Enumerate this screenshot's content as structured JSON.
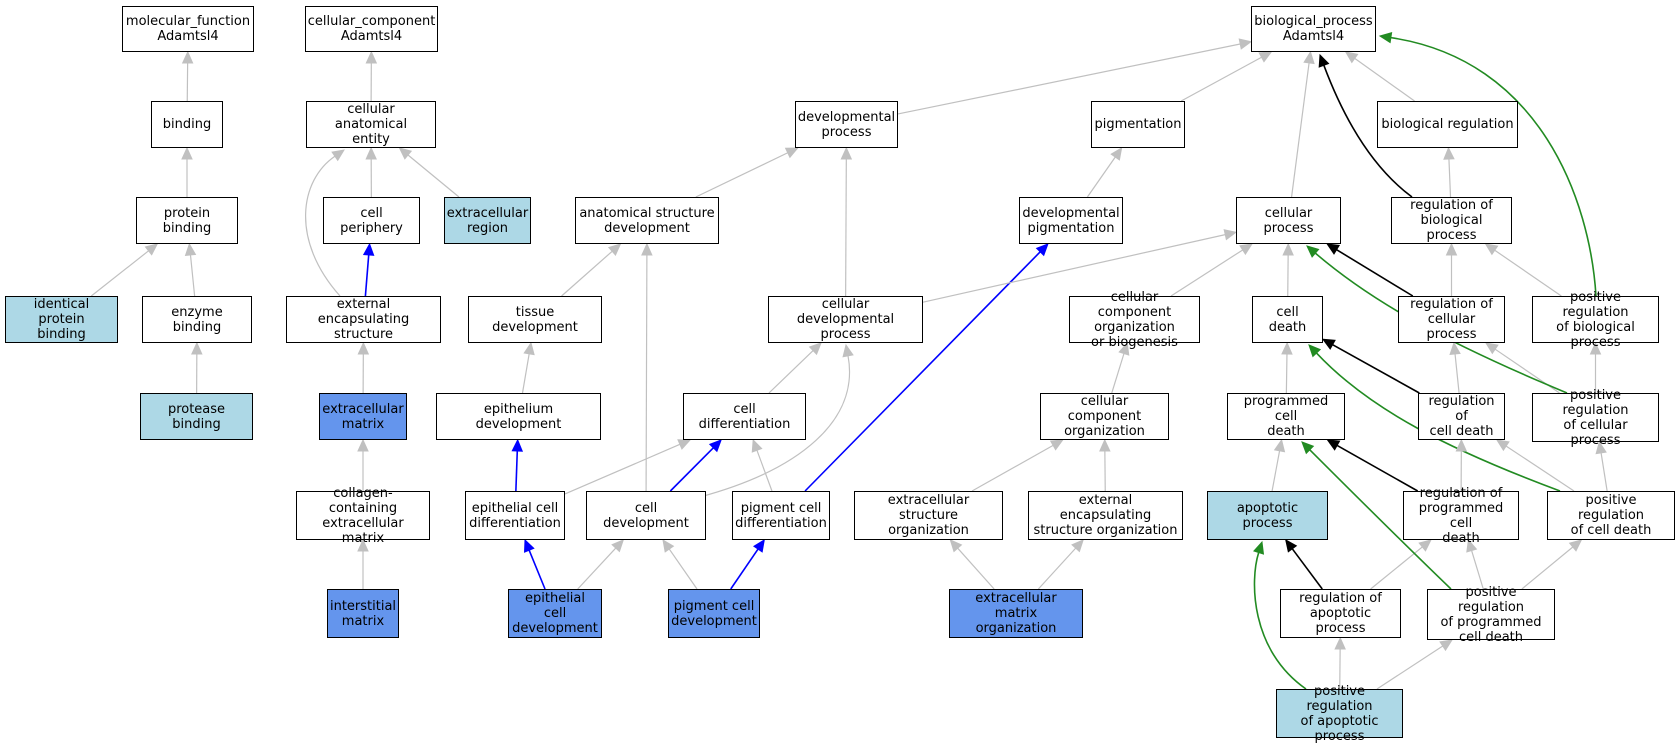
{
  "colors": {
    "default_fill": "#ffffff",
    "light_fill": "#add8e6",
    "blue_fill": "#6495ed",
    "grey_edge": "#c0c0c0",
    "black_edge": "#000000",
    "blue_edge": "#0000ff",
    "green_edge": "#228b22"
  },
  "nodes": [
    {
      "id": "mf",
      "label": "molecular_function\nAdamtsl4",
      "style": "default"
    },
    {
      "id": "binding",
      "label": "binding",
      "style": "default"
    },
    {
      "id": "protein_binding",
      "label": "protein binding",
      "style": "default"
    },
    {
      "id": "identical_protein_binding",
      "label": "identical protein\nbinding",
      "style": "light"
    },
    {
      "id": "enzyme_binding",
      "label": "enzyme binding",
      "style": "default"
    },
    {
      "id": "protease_binding",
      "label": "protease binding",
      "style": "light"
    },
    {
      "id": "cc",
      "label": "cellular_component\nAdamtsl4",
      "style": "default"
    },
    {
      "id": "cellular_anatomical_entity",
      "label": "cellular anatomical\nentity",
      "style": "default"
    },
    {
      "id": "cell_periphery",
      "label": "cell periphery",
      "style": "default"
    },
    {
      "id": "extracellular_region",
      "label": "extracellular\nregion",
      "style": "light"
    },
    {
      "id": "external_encapsulating_structure",
      "label": "external encapsulating\nstructure",
      "style": "default"
    },
    {
      "id": "extracellular_matrix",
      "label": "extracellular\nmatrix",
      "style": "blue"
    },
    {
      "id": "collagen_ecm",
      "label": "collagen-containing\nextracellular\nmatrix",
      "style": "default"
    },
    {
      "id": "interstitial_matrix",
      "label": "interstitial\nmatrix",
      "style": "blue"
    },
    {
      "id": "bp",
      "label": "biological_process\nAdamtsl4",
      "style": "default"
    },
    {
      "id": "developmental_process",
      "label": "developmental\nprocess",
      "style": "default"
    },
    {
      "id": "pigmentation",
      "label": "pigmentation",
      "style": "default"
    },
    {
      "id": "biological_regulation",
      "label": "biological regulation",
      "style": "default"
    },
    {
      "id": "anatomical_structure_development",
      "label": "anatomical structure\ndevelopment",
      "style": "default"
    },
    {
      "id": "developmental_pigmentation",
      "label": "developmental\npigmentation",
      "style": "default"
    },
    {
      "id": "cellular_process",
      "label": "cellular process",
      "style": "default"
    },
    {
      "id": "regulation_of_biological_process",
      "label": "regulation of\nbiological process",
      "style": "default"
    },
    {
      "id": "tissue_development",
      "label": "tissue development",
      "style": "default"
    },
    {
      "id": "cellular_developmental_process",
      "label": "cellular developmental\nprocess",
      "style": "default"
    },
    {
      "id": "ccob",
      "label": "cellular component\norganization\nor biogenesis",
      "style": "default"
    },
    {
      "id": "cell_death",
      "label": "cell death",
      "style": "default"
    },
    {
      "id": "regulation_of_cellular_process",
      "label": "regulation of\ncellular process",
      "style": "default"
    },
    {
      "id": "pos_reg_biological_process",
      "label": "positive regulation\nof biological\nprocess",
      "style": "default"
    },
    {
      "id": "epithelium_development",
      "label": "epithelium development",
      "style": "default"
    },
    {
      "id": "cell_differentiation",
      "label": "cell differentiation",
      "style": "default"
    },
    {
      "id": "cellular_component_organization",
      "label": "cellular component\norganization",
      "style": "default"
    },
    {
      "id": "programmed_cell_death",
      "label": "programmed cell\ndeath",
      "style": "default"
    },
    {
      "id": "regulation_of_cell_death",
      "label": "regulation of\ncell death",
      "style": "default"
    },
    {
      "id": "pos_reg_cellular_process",
      "label": "positive regulation\nof cellular\nprocess",
      "style": "default"
    },
    {
      "id": "epithelial_cell_differentiation",
      "label": "epithelial cell\ndifferentiation",
      "style": "default"
    },
    {
      "id": "cell_development",
      "label": "cell development",
      "style": "default"
    },
    {
      "id": "pigment_cell_differentiation",
      "label": "pigment cell\ndifferentiation",
      "style": "default"
    },
    {
      "id": "extracellular_structure_organization",
      "label": "extracellular\nstructure organization",
      "style": "default"
    },
    {
      "id": "external_encapsulating_structure_organization",
      "label": "external encapsulating\nstructure organization",
      "style": "default"
    },
    {
      "id": "apoptotic_process",
      "label": "apoptotic process",
      "style": "light"
    },
    {
      "id": "regulation_of_programmed_cell_death",
      "label": "regulation of\nprogrammed cell\ndeath",
      "style": "default"
    },
    {
      "id": "pos_reg_cell_death",
      "label": "positive regulation\nof cell death",
      "style": "default"
    },
    {
      "id": "epithelial_cell_development",
      "label": "epithelial cell\ndevelopment",
      "style": "blue"
    },
    {
      "id": "pigment_cell_development",
      "label": "pigment cell\ndevelopment",
      "style": "blue"
    },
    {
      "id": "extracellular_matrix_organization",
      "label": "extracellular\nmatrix organization",
      "style": "blue"
    },
    {
      "id": "regulation_of_apoptotic_process",
      "label": "regulation of\napoptotic process",
      "style": "default"
    },
    {
      "id": "pos_reg_programmed_cell_death",
      "label": "positive regulation\nof programmed\ncell death",
      "style": "default"
    },
    {
      "id": "pos_reg_apoptotic_process",
      "label": "positive regulation\nof apoptotic\nprocess",
      "style": "light"
    }
  ],
  "edges": [
    {
      "from": "binding",
      "to": "mf",
      "color": "grey"
    },
    {
      "from": "protein_binding",
      "to": "binding",
      "color": "grey"
    },
    {
      "from": "identical_protein_binding",
      "to": "protein_binding",
      "color": "grey"
    },
    {
      "from": "enzyme_binding",
      "to": "protein_binding",
      "color": "grey"
    },
    {
      "from": "protease_binding",
      "to": "enzyme_binding",
      "color": "grey"
    },
    {
      "from": "cellular_anatomical_entity",
      "to": "cc",
      "color": "grey"
    },
    {
      "from": "cell_periphery",
      "to": "cellular_anatomical_entity",
      "color": "grey"
    },
    {
      "from": "extracellular_region",
      "to": "cellular_anatomical_entity",
      "color": "grey"
    },
    {
      "from": "external_encapsulating_structure",
      "to": "cellular_anatomical_entity",
      "color": "grey"
    },
    {
      "from": "external_encapsulating_structure",
      "to": "cell_periphery",
      "color": "blue"
    },
    {
      "from": "extracellular_matrix",
      "to": "external_encapsulating_structure",
      "color": "grey"
    },
    {
      "from": "collagen_ecm",
      "to": "extracellular_matrix",
      "color": "grey"
    },
    {
      "from": "interstitial_matrix",
      "to": "collagen_ecm",
      "color": "grey"
    },
    {
      "from": "developmental_process",
      "to": "bp",
      "color": "grey"
    },
    {
      "from": "pigmentation",
      "to": "bp",
      "color": "grey"
    },
    {
      "from": "cellular_process",
      "to": "bp",
      "color": "grey"
    },
    {
      "from": "biological_regulation",
      "to": "bp",
      "color": "grey"
    },
    {
      "from": "regulation_of_biological_process",
      "to": "bp",
      "color": "black"
    },
    {
      "from": "pos_reg_biological_process",
      "to": "bp",
      "color": "green"
    },
    {
      "from": "anatomical_structure_development",
      "to": "developmental_process",
      "color": "grey"
    },
    {
      "from": "cellular_developmental_process",
      "to": "developmental_process",
      "color": "grey"
    },
    {
      "from": "developmental_pigmentation",
      "to": "pigmentation",
      "color": "grey"
    },
    {
      "from": "regulation_of_biological_process",
      "to": "biological_regulation",
      "color": "grey"
    },
    {
      "from": "tissue_development",
      "to": "anatomical_structure_development",
      "color": "grey"
    },
    {
      "from": "cell_development",
      "to": "anatomical_structure_development",
      "color": "grey"
    },
    {
      "from": "cellular_developmental_process",
      "to": "cellular_process",
      "color": "grey"
    },
    {
      "from": "ccob",
      "to": "cellular_process",
      "color": "grey"
    },
    {
      "from": "cell_death",
      "to": "cellular_process",
      "color": "grey"
    },
    {
      "from": "regulation_of_cellular_process",
      "to": "cellular_process",
      "color": "black"
    },
    {
      "from": "pos_reg_cellular_process",
      "to": "cellular_process",
      "color": "green"
    },
    {
      "from": "regulation_of_cellular_process",
      "to": "regulation_of_biological_process",
      "color": "grey"
    },
    {
      "from": "pos_reg_biological_process",
      "to": "regulation_of_biological_process",
      "color": "grey"
    },
    {
      "from": "epithelium_development",
      "to": "tissue_development",
      "color": "grey"
    },
    {
      "from": "cell_differentiation",
      "to": "cellular_developmental_process",
      "color": "grey"
    },
    {
      "from": "cell_development",
      "to": "cellular_developmental_process",
      "color": "grey"
    },
    {
      "from": "cellular_component_organization",
      "to": "ccob",
      "color": "grey"
    },
    {
      "from": "programmed_cell_death",
      "to": "cell_death",
      "color": "grey"
    },
    {
      "from": "regulation_of_cell_death",
      "to": "cell_death",
      "color": "black"
    },
    {
      "from": "pos_reg_cell_death",
      "to": "cell_death",
      "color": "green"
    },
    {
      "from": "regulation_of_cell_death",
      "to": "regulation_of_cellular_process",
      "color": "grey"
    },
    {
      "from": "pos_reg_cellular_process",
      "to": "regulation_of_cellular_process",
      "color": "grey"
    },
    {
      "from": "pos_reg_cellular_process",
      "to": "pos_reg_biological_process",
      "color": "grey"
    },
    {
      "from": "epithelial_cell_differentiation",
      "to": "epithelium_development",
      "color": "blue"
    },
    {
      "from": "epithelial_cell_differentiation",
      "to": "cell_differentiation",
      "color": "grey"
    },
    {
      "from": "cell_development",
      "to": "cell_differentiation",
      "color": "blue"
    },
    {
      "from": "pigment_cell_differentiation",
      "to": "cell_differentiation",
      "color": "grey"
    },
    {
      "from": "pigment_cell_differentiation",
      "to": "developmental_pigmentation",
      "color": "blue"
    },
    {
      "from": "extracellular_structure_organization",
      "to": "cellular_component_organization",
      "color": "grey"
    },
    {
      "from": "external_encapsulating_structure_organization",
      "to": "cellular_component_organization",
      "color": "grey"
    },
    {
      "from": "apoptotic_process",
      "to": "programmed_cell_death",
      "color": "grey"
    },
    {
      "from": "regulation_of_programmed_cell_death",
      "to": "programmed_cell_death",
      "color": "black"
    },
    {
      "from": "pos_reg_programmed_cell_death",
      "to": "programmed_cell_death",
      "color": "green"
    },
    {
      "from": "regulation_of_programmed_cell_death",
      "to": "regulation_of_cell_death",
      "color": "grey"
    },
    {
      "from": "pos_reg_cell_death",
      "to": "regulation_of_cell_death",
      "color": "grey"
    },
    {
      "from": "pos_reg_cell_death",
      "to": "pos_reg_cellular_process",
      "color": "grey"
    },
    {
      "from": "epithelial_cell_development",
      "to": "epithelial_cell_differentiation",
      "color": "blue"
    },
    {
      "from": "epithelial_cell_development",
      "to": "cell_development",
      "color": "grey"
    },
    {
      "from": "pigment_cell_development",
      "to": "cell_development",
      "color": "grey"
    },
    {
      "from": "pigment_cell_development",
      "to": "pigment_cell_differentiation",
      "color": "blue"
    },
    {
      "from": "extracellular_matrix_organization",
      "to": "extracellular_structure_organization",
      "color": "grey"
    },
    {
      "from": "extracellular_matrix_organization",
      "to": "external_encapsulating_structure_organization",
      "color": "grey"
    },
    {
      "from": "regulation_of_apoptotic_process",
      "to": "apoptotic_process",
      "color": "black"
    },
    {
      "from": "regulation_of_apoptotic_process",
      "to": "regulation_of_programmed_cell_death",
      "color": "grey"
    },
    {
      "from": "pos_reg_programmed_cell_death",
      "to": "regulation_of_programmed_cell_death",
      "color": "grey"
    },
    {
      "from": "pos_reg_programmed_cell_death",
      "to": "pos_reg_cell_death",
      "color": "grey"
    },
    {
      "from": "pos_reg_apoptotic_process",
      "to": "apoptotic_process",
      "color": "green"
    },
    {
      "from": "pos_reg_apoptotic_process",
      "to": "regulation_of_apoptotic_process",
      "color": "grey"
    },
    {
      "from": "pos_reg_apoptotic_process",
      "to": "pos_reg_programmed_cell_death",
      "color": "grey"
    }
  ]
}
